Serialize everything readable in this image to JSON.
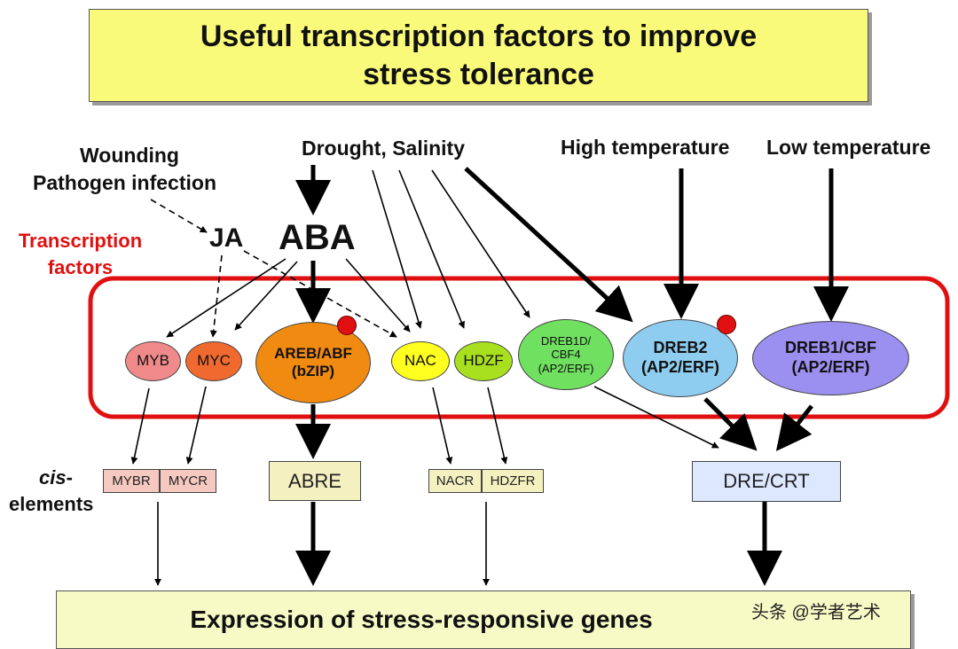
{
  "title": "Useful transcription factors to improve stress tolerance",
  "stimuli": {
    "wounding": "Wounding",
    "pathogen": "Pathogen infection",
    "drought_salinity": "Drought, Salinity",
    "high_temp": "High temperature",
    "low_temp": "Low temperature"
  },
  "hormones": {
    "ja": "JA",
    "aba": "ABA"
  },
  "tf_label": "Transcription factors",
  "transcription_factors": {
    "myb": "MYB",
    "myc": "MYC",
    "areb": [
      "AREB/ABF",
      "(bZIP)"
    ],
    "nac": "NAC",
    "hdzf": "HDZF",
    "dreb1d": [
      "DREB1D/",
      "CBF4",
      "(AP2/ERF)"
    ],
    "dreb2": [
      "DREB2",
      "(AP2/ERF)"
    ],
    "dreb1": [
      "DREB1/CBF",
      "(AP2/ERF)"
    ]
  },
  "cis_label": {
    "italic": "cis",
    "rest": "-elements"
  },
  "cis_elements": {
    "mybr": "MYBR",
    "mycr": "MYCR",
    "abre": "ABRE",
    "nacr": "NACR",
    "hdzfr": "HDZFR",
    "dre": "DRE/CRT"
  },
  "output": "Expression of stress-responsive genes",
  "watermark": "头条 @学者艺术",
  "colors": {
    "title_bg": "#fafa7a",
    "frame_red": "#e01010",
    "myb": "#f08a8a",
    "myc": "#f06a30",
    "areb": "#f08a10",
    "nac": "#ffff20",
    "hdzf": "#a8e020",
    "dreb1d": "#70e060",
    "dreb2": "#8ecdf0",
    "dreb1": "#9b8ff0",
    "cis_pink": "#f6c9c0",
    "cis_yellow": "#f5f0c0",
    "cis_blue": "#dde8ff",
    "bottom_bg": "#f6fbc6"
  }
}
